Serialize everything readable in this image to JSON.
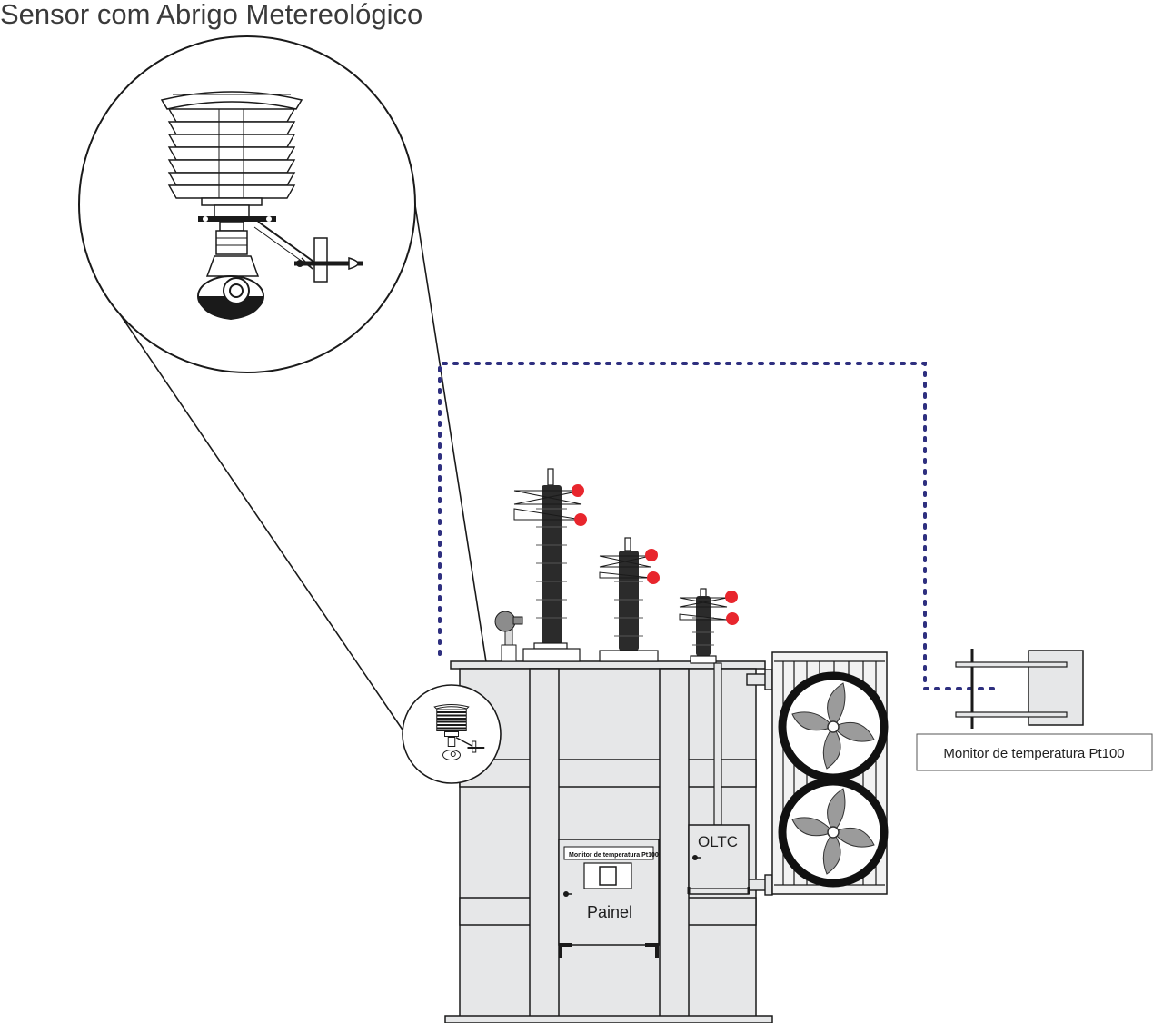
{
  "title": "Sensor com Abrigo Metereológico",
  "labels": {
    "monitor_external": "Monitor de temperatura Pt100",
    "monitor_panel": "Monitor de temperatura Pt100",
    "painel": "Painel",
    "oltc": "OLTC"
  },
  "colors": {
    "tank": "#e6e7e8",
    "outline": "#1a1a1a",
    "bushing": "#2b2b2b",
    "indicator_dot": "#e8262d",
    "signal_line": "#2e2f7f",
    "fan_blade": "#9b9b9b"
  },
  "icons": {
    "shelter": "weather-shelter-icon",
    "fan": "fan-icon",
    "sensor": "temperature-sensor-icon"
  }
}
